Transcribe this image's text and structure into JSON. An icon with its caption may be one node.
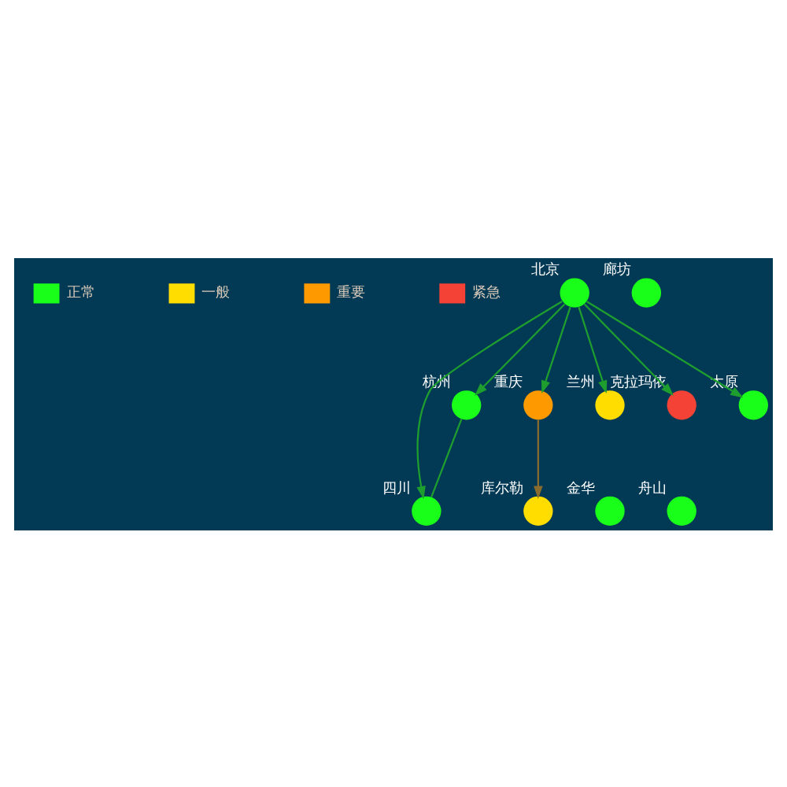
{
  "diagram": {
    "nodes": [
      {
        "text": [
          "四川"
        ]
      },
      {
        "text": [
          "重庆"
        ]
      },
      {
        "text": [
          "金华"
        ]
      },
      {
        "text": [
          "杭州"
        ]
      },
      {
        "text": [
          "舟山"
        ]
      },
      {
        "text": [
          "兰州"
        ]
      },
      {
        "text": [
          "克拉玛依"
        ]
      },
      {
        "text": [
          "太原"
        ]
      },
      {
        "text": [
          "廊坊"
        ]
      },
      {
        "text": [
          "北京"
        ]
      },
      {
        "text": [
          "库尔勒"
        ]
      }
    ],
    "edges": [
      {
        "from": 9,
        "to": 6,
        "arrow": "to"
      },
      {
        "from": 9,
        "to": 5,
        "arrow": "to"
      },
      {
        "from": 9,
        "to": 7,
        "arrow": "to"
      },
      {
        "from": 9,
        "to": 1,
        "arrow": "to"
      },
      {
        "from": 9,
        "to": 0,
        "arrow": "to"
      },
      {
        "from": 9,
        "to": 3,
        "arrow": "to"
      },
      {
        "from": 3,
        "to": 0,
        "arrow": "none"
      },
      {
        "from": 1,
        "to": 10,
        "arrow": "to",
        "color": "#8a6d2e"
      }
    ],
    "legend": [
      {
        "text": "正常",
        "color": "#1aff1a"
      },
      {
        "text": "一般",
        "color": "#ffdd00"
      },
      {
        "text": "重要",
        "color": "#ff9900"
      },
      {
        "text": "紧急",
        "color": "#f44336"
      }
    ]
  }
}
